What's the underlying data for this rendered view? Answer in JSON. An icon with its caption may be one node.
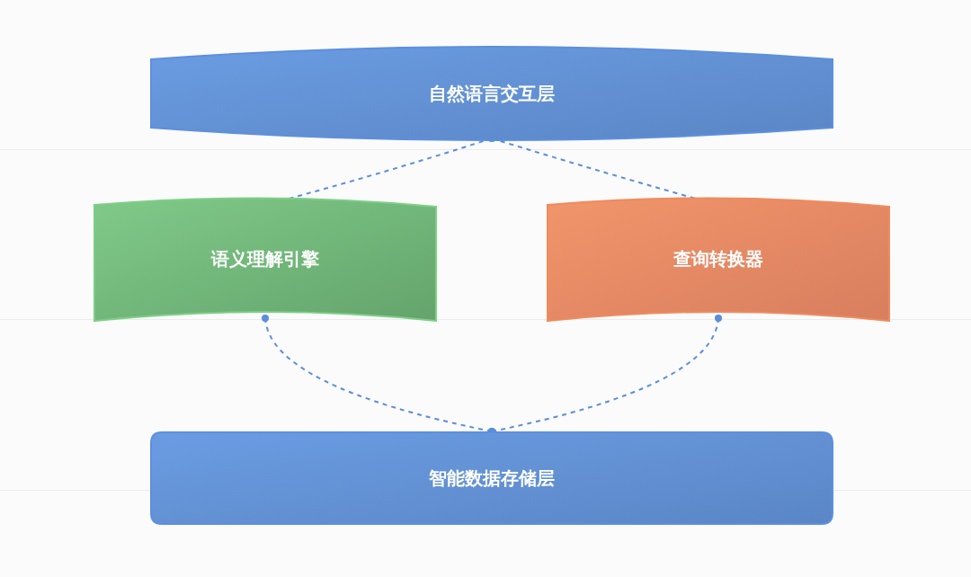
{
  "diagram": {
    "nodes": [
      {
        "text": [
          "自然语言交互层"
        ]
      },
      {
        "text": [
          "语义理解引擎"
        ]
      },
      {
        "text": [
          "查询转换器"
        ]
      },
      {
        "text": [
          "智能数据存储层"
        ]
      }
    ],
    "edges": [
      {
        "from": 0,
        "to": 1,
        "arrow": "other",
        "style": "dashed"
      },
      {
        "from": 0,
        "to": 2,
        "arrow": "other",
        "style": "dashed"
      },
      {
        "from": 1,
        "to": 3,
        "arrow": "other",
        "style": "dashed"
      },
      {
        "from": 2,
        "to": 3,
        "arrow": "other",
        "style": "dashed"
      }
    ]
  }
}
